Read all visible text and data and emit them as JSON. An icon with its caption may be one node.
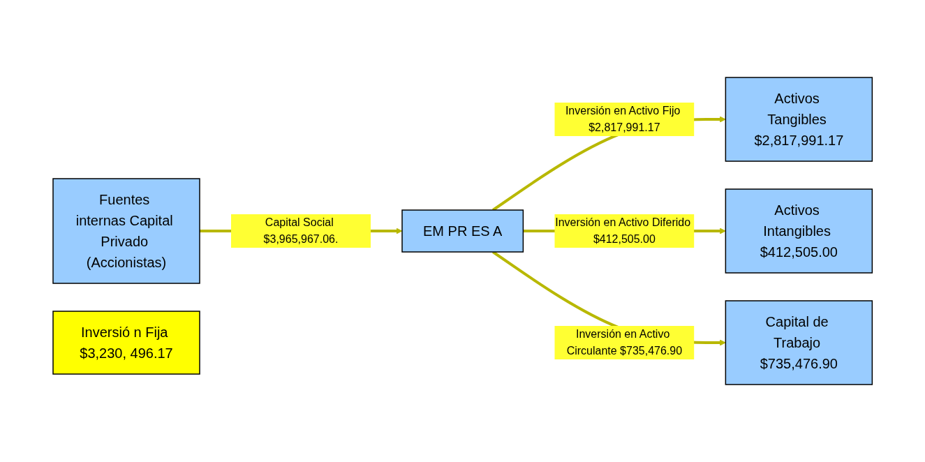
{
  "diagram": {
    "nodes": [
      {
        "text": [
          "Fuentes internas Capital Privado (Accionistas)"
        ]
      },
      {
        "text": [
          "EM PR ES A"
        ]
      },
      {
        "text": [
          "Activos Tangibles $2,817,991.17"
        ]
      },
      {
        "text": [
          "Activos Intangibles $412,505.00"
        ]
      },
      {
        "text": [
          "Inversió n Fija $3,230, 496.17"
        ]
      },
      {
        "text": [
          "Capital de Trabajo $735,476.90"
        ]
      }
    ],
    "edges": [
      {
        "from": 0,
        "to": 1,
        "arrow": "to",
        "label": "Capital Social $3,965,967.06."
      },
      {
        "from": 1,
        "to": 2,
        "arrow": "to",
        "label": "Inversión en Activo Fijo $2,817,991.17"
      },
      {
        "from": 1,
        "to": 3,
        "arrow": "to",
        "label": "Inversión en Activo Diferido $412,505.00"
      },
      {
        "from": 1,
        "to": 5,
        "arrow": "to",
        "label": "Inversión en Activo Circulante $735,476.90"
      }
    ]
  }
}
